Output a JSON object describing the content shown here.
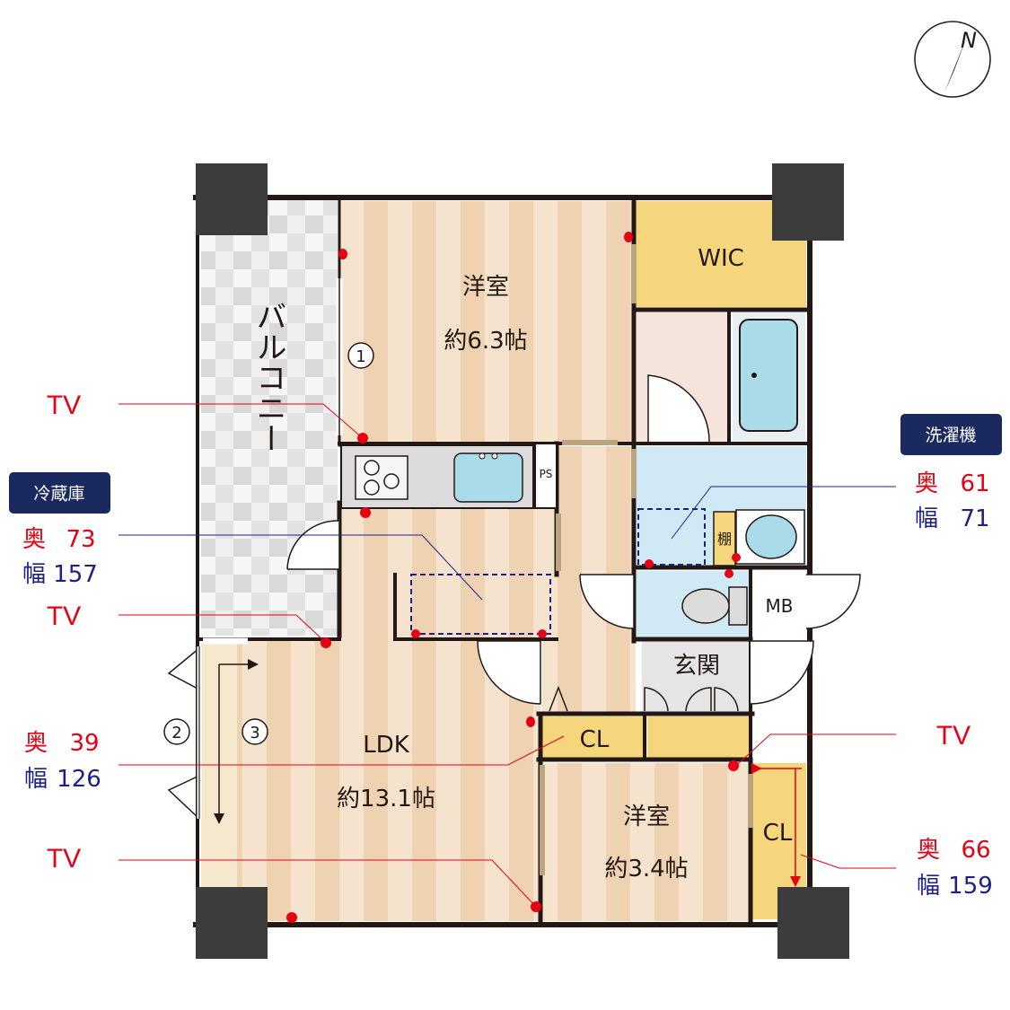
{
  "compass": {
    "label": "N"
  },
  "rooms": {
    "western_large": {
      "name": "洋室",
      "size": "約6.3帖"
    },
    "wic": {
      "name": "WIC"
    },
    "balcony": {
      "name": "バルコニー"
    },
    "ldk": {
      "name": "LDK",
      "size": "約13.1帖"
    },
    "western_small": {
      "name": "洋室",
      "size": "約3.4帖"
    },
    "entrance": {
      "name": "玄関"
    },
    "closet_ldk": {
      "name": "CL"
    },
    "closet_small": {
      "name": "CL"
    },
    "meter_box": {
      "name": "MB"
    },
    "shelf": {
      "name": "棚"
    },
    "pipe_space": {
      "name": "PS"
    }
  },
  "markers": {
    "m1": "1",
    "m2": "2",
    "m3": "3"
  },
  "tv_label": "TV",
  "callouts": {
    "washer": {
      "title": "洗濯機",
      "depth_label": "奥",
      "depth": "61",
      "width_label": "幅",
      "width": "71"
    },
    "fridge": {
      "title": "冷蔵庫",
      "depth_label": "奥",
      "depth": "73",
      "width_label": "幅",
      "width": "157"
    },
    "ldk_closet": {
      "depth_label": "奥",
      "depth": "39",
      "width_label": "幅",
      "width": "126"
    },
    "small_closet": {
      "depth_label": "奥",
      "depth": "66",
      "width_label": "幅",
      "width": "159"
    }
  },
  "colors": {
    "depth_red": "#e60012",
    "width_blue": "#1d2088",
    "badge_navy": "#1a2a5e",
    "wood_light": "#f5e3cd",
    "wood_dark": "#efd2b2",
    "closet_yellow": "#f6d67c",
    "wet_blue": "#cfe9f5",
    "pillar": "#3c3c3c"
  }
}
